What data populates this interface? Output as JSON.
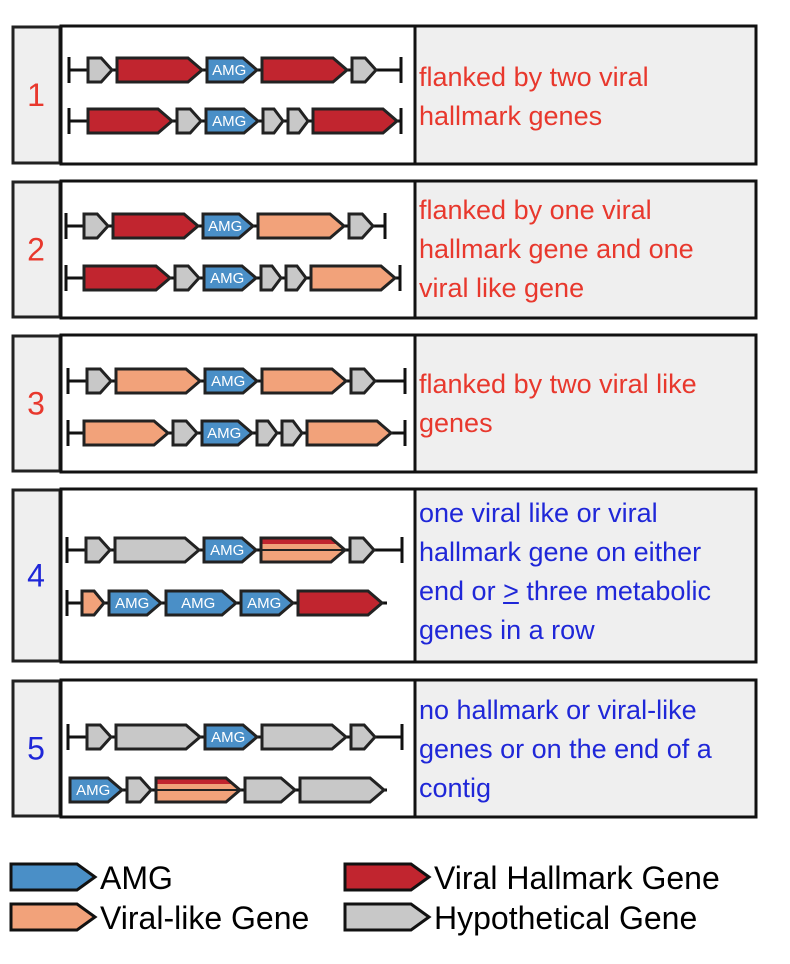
{
  "colors": {
    "amg": "#4a8fc7",
    "viral_like": "#f2a27a",
    "hallmark": "#c1252f",
    "hypothetical": "#c8c8c8",
    "red_text": "#e8382d",
    "blue_text": "#1f27d8",
    "panel_gray": "#efefef"
  },
  "categories": [
    {
      "number": "1",
      "desc": [
        "flanked by two viral",
        "hallmark genes"
      ],
      "tone": "red",
      "rows": [
        {
          "left": true,
          "right": true,
          "genes": [
            "hypothetical",
            "hallmark",
            "amg",
            "hallmark",
            "hypothetical"
          ]
        },
        {
          "left": true,
          "right": true,
          "genes": [
            "hallmark",
            "hypothetical",
            "amg",
            "hypothetical",
            "hypothetical",
            "hallmark"
          ]
        }
      ]
    },
    {
      "number": "2",
      "desc": [
        "flanked by one viral",
        "hallmark gene and one",
        "viral like gene"
      ],
      "tone": "red",
      "rows": [
        {
          "left": true,
          "right": true,
          "genes": [
            "hypothetical",
            "hallmark",
            "amg",
            "viral_like",
            "hypothetical"
          ]
        },
        {
          "left": true,
          "right": true,
          "genes": [
            "hallmark",
            "hypothetical",
            "amg",
            "hypothetical",
            "hypothetical",
            "viral_like"
          ]
        }
      ]
    },
    {
      "number": "3",
      "desc": [
        "flanked by two viral like",
        "genes"
      ],
      "tone": "red",
      "rows": [
        {
          "left": true,
          "right": true,
          "genes": [
            "hypothetical",
            "viral_like",
            "amg",
            "viral_like",
            "hypothetical"
          ]
        },
        {
          "left": true,
          "right": true,
          "genes": [
            "viral_like",
            "hypothetical",
            "amg",
            "hypothetical",
            "hypothetical",
            "viral_like"
          ]
        }
      ]
    },
    {
      "number": "4",
      "desc_lines": [
        "one viral like or viral",
        "hallmark gene on either"
      ],
      "desc_line3_pre": "end or ",
      "desc_line3_sym": ">",
      "desc_line3_post": " three metabolic",
      "desc_line4": "genes in a row",
      "tone": "blue",
      "rows": [
        {
          "left": true,
          "right": true,
          "genes": [
            "hypothetical",
            "hypothetical",
            "amg",
            "split",
            "hypothetical"
          ]
        },
        {
          "left": true,
          "right": false,
          "genes": [
            "viral_like",
            "amg",
            "amg",
            "amg",
            "hallmark"
          ]
        }
      ]
    },
    {
      "number": "5",
      "desc": [
        "no hallmark or viral-like",
        "genes or on the end of a",
        "contig"
      ],
      "tone": "blue",
      "rows": [
        {
          "left": true,
          "right": true,
          "genes": [
            "hypothetical",
            "hypothetical",
            "amg",
            "hypothetical",
            "hypothetical"
          ]
        },
        {
          "left": false,
          "right": false,
          "genes": [
            "amg",
            "hypothetical",
            "split",
            "hypothetical",
            "hypothetical"
          ]
        }
      ]
    }
  ],
  "amg_label": "AMG",
  "legend": {
    "amg": "AMG",
    "viral_like": "Viral-like Gene",
    "hallmark": "Viral Hallmark Gene",
    "hypothetical": "Hypothetical Gene"
  }
}
